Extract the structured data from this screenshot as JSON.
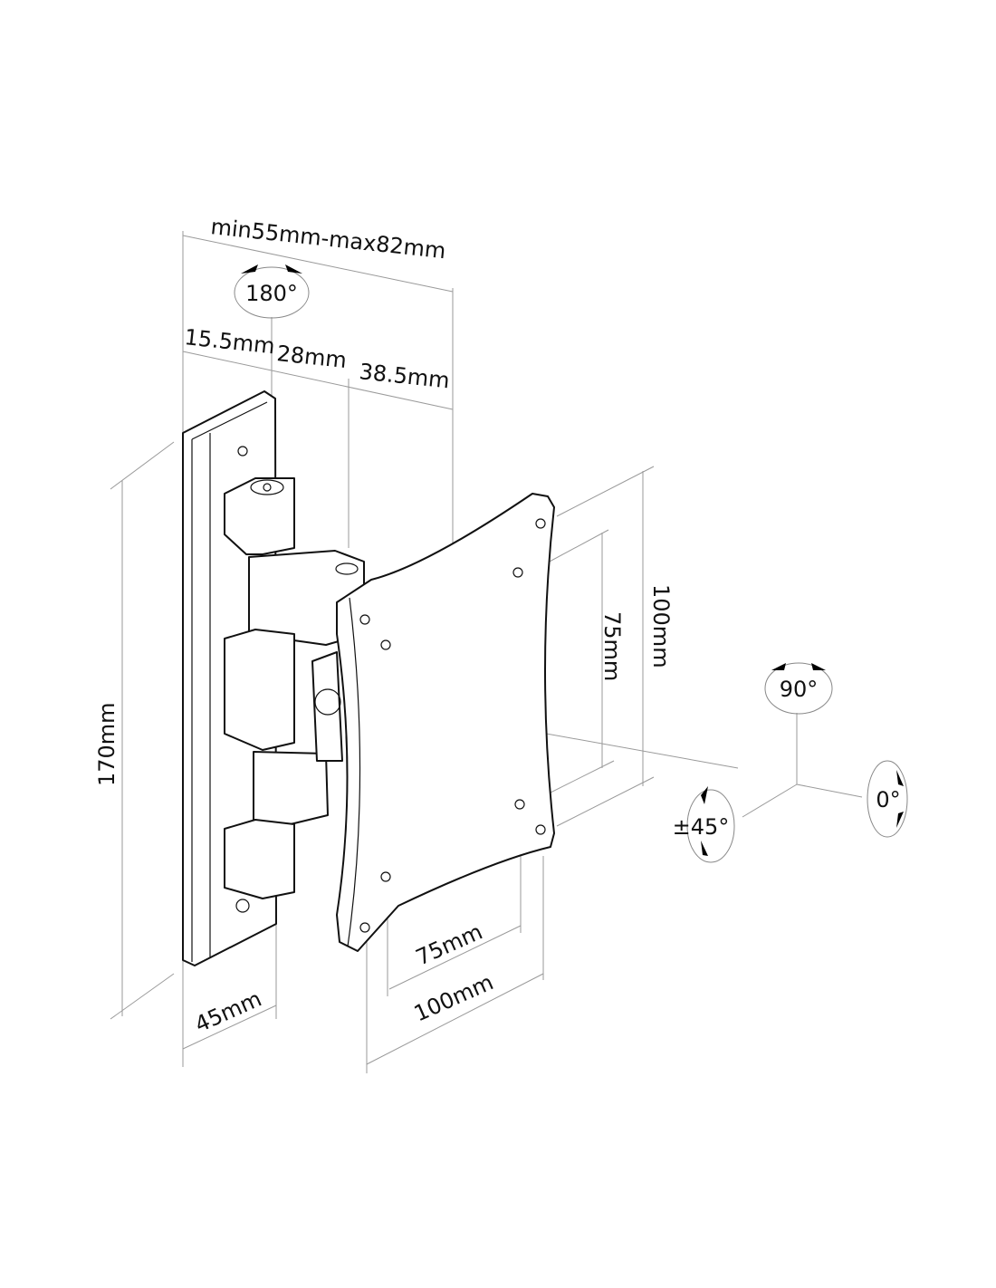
{
  "title": "Wall mount dimension drawing",
  "dimensions": {
    "depth_range": "min55mm-max82mm",
    "seg1": "15.5mm",
    "seg2": "28mm",
    "seg3": "38.5mm",
    "height": "170mm",
    "plate_width": "45mm",
    "vesa_v_outer": "100mm",
    "vesa_v_inner": "75mm",
    "vesa_h_inner": "75mm",
    "vesa_h_outer": "100mm"
  },
  "rotations": {
    "swivel": "180°",
    "tilt": "90°",
    "rotate": "0°",
    "tilt_pm": "±45°"
  }
}
